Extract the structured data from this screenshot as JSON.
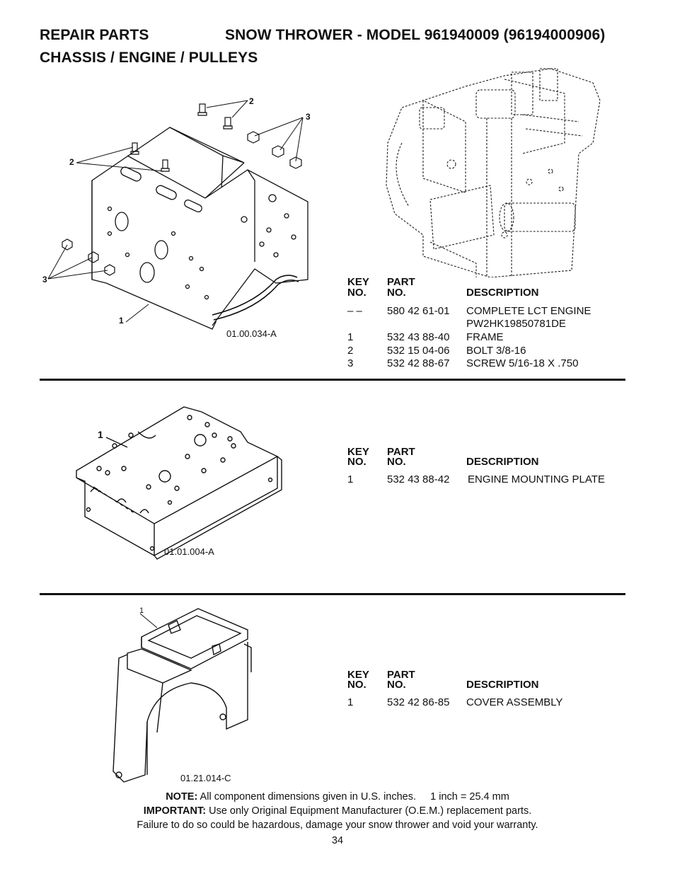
{
  "header": {
    "section": "REPAIR PARTS",
    "title": "SNOW THROWER - MODEL  961940009  (96194000906)",
    "subtitle": "CHASSIS / ENGINE / PULLEYS"
  },
  "table_headers": {
    "key_1": "KEY",
    "key_2": "NO.",
    "part_1": "PART",
    "part_2": "NO.",
    "description": "DESCRIPTION"
  },
  "section1": {
    "figure_code": "01.00.034-A",
    "callouts": [
      "2",
      "3",
      "2",
      "3",
      "1"
    ],
    "rows": [
      {
        "key": "– –",
        "part": "580 42 61-01",
        "desc": "COMPLETE LCT ENGINE",
        "desc2": "PW2HK19850781DE"
      },
      {
        "key": "1",
        "part": "532 43 88-40",
        "desc": "FRAME"
      },
      {
        "key": "2",
        "part": "532 15 04-06",
        "desc": "BOLT 3/8-16"
      },
      {
        "key": "3",
        "part": "532 42 88-67",
        "desc": "SCREW 5/16-18 X .750"
      }
    ]
  },
  "section2": {
    "figure_code": "01.01.004-A",
    "callouts": [
      "1"
    ],
    "rows": [
      {
        "key": "1",
        "part": "532 43 88-42",
        "desc": "ENGINE MOUNTING PLATE"
      }
    ]
  },
  "section3": {
    "figure_code": "01.21.014-C",
    "callouts": [
      "1"
    ],
    "rows": [
      {
        "key": "1",
        "part": "532 42 86-85",
        "desc": "COVER ASSEMBLY"
      }
    ]
  },
  "footer": {
    "note_label": "NOTE:",
    "note_text": "All component dimensions given in U.S. inches.",
    "conversion": "1 inch = 25.4 mm",
    "important_label": "IMPORTANT:",
    "important_text": "Use only Original Equipment Manufacturer (O.E.M.) replacement parts.",
    "warning": "Failure to do so could be hazardous, damage your snow thrower and void your warranty.",
    "page_number": "34"
  }
}
